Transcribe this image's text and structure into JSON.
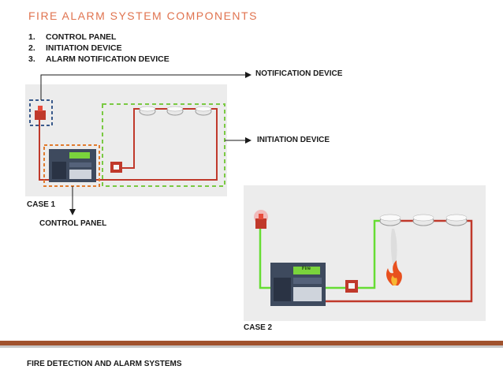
{
  "title": "FIRE ALARM SYSTEM COMPONENTS",
  "components": [
    {
      "num": "1.",
      "label": "CONTROL PANEL"
    },
    {
      "num": "2.",
      "label": "INITIATION DEVICE"
    },
    {
      "num": "3.",
      "label": "ALARM NOTIFICATION DEVICE"
    }
  ],
  "labels": {
    "notification": "NOTIFICATION DEVICE",
    "initiation": "INITIATION DEVICE",
    "case1": "CASE 1",
    "control_panel": "CONTROL PANEL",
    "case2": "CASE 2"
  },
  "panel_display_case2": "Fire",
  "footer": "FIRE DETECTION AND ALARM SYSTEMS",
  "colors": {
    "title": "#e0734f",
    "wire_red": "#c0392b",
    "wire_green": "#66dd33",
    "box_blue": "#3a5a8c",
    "box_orange": "#e07b2e",
    "box_green": "#7ac943",
    "footer_bar": "#a0522d"
  }
}
